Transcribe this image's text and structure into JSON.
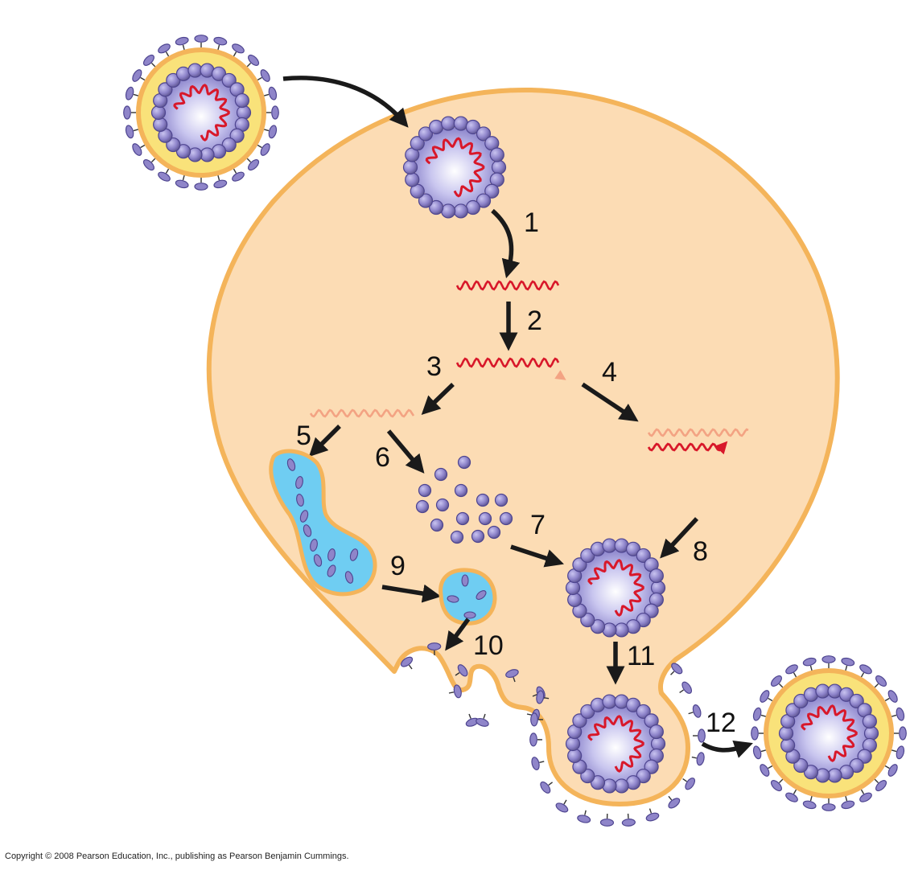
{
  "steps": [
    "1",
    "2",
    "3",
    "4",
    "5",
    "6",
    "7",
    "8",
    "9",
    "10",
    "11",
    "12"
  ],
  "copyright": "Copyright © 2008 Pearson Education, Inc., publishing as Pearson Benjamin Cummings.",
  "colors": {
    "cytoplasm": "#fcdcb4",
    "membrane": "#f4b45a",
    "envelope_fill": "#f9e27a",
    "capsomere": "#8f85c9",
    "capsomere_stroke": "#4e4590",
    "core": "#b9b6e6",
    "rna": "#d8182a",
    "rna_complement": "#f3a383",
    "er_fill": "#6fcdf2",
    "arrow": "#1a1a1a"
  }
}
